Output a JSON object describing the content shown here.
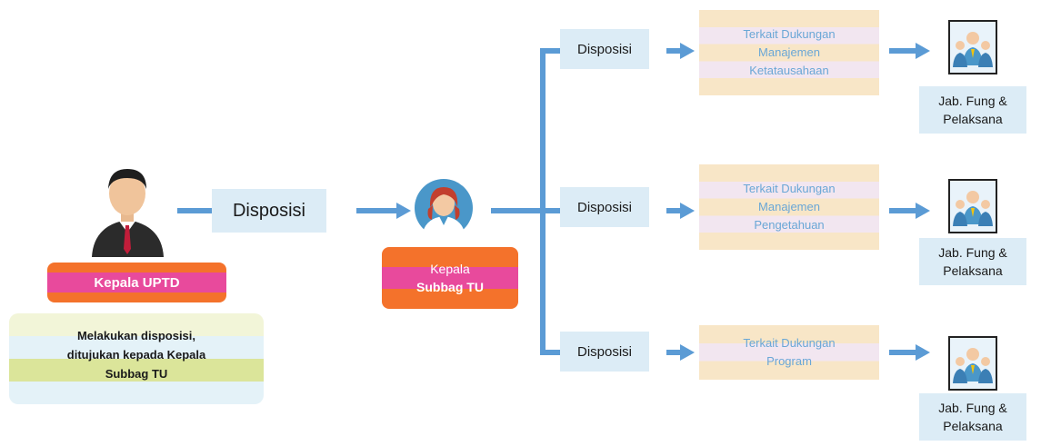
{
  "left": {
    "role_label": "Kepala UPTD",
    "description": [
      "Melakukan disposisi,",
      "ditujukan kepada Kepala",
      "Subbag TU"
    ],
    "disposition_label": "Disposisi"
  },
  "middle": {
    "role_lines": [
      "Kepala",
      "Subbag TU"
    ]
  },
  "branches": [
    {
      "disposition_label": "Disposisi",
      "topic_lines": [
        "Terkait Dukungan",
        "Manajemen",
        "Ketatausahaan"
      ],
      "target_lines": [
        "Jab. Fung &",
        "Pelaksana"
      ]
    },
    {
      "disposition_label": "Disposisi",
      "topic_lines": [
        "Terkait Dukungan",
        "Manajemen",
        "Pengetahuan"
      ],
      "target_lines": [
        "Jab. Fung &",
        "Pelaksana"
      ]
    },
    {
      "disposition_label": "Disposisi",
      "topic_lines": [
        "Terkait Dukungan",
        "Program"
      ],
      "target_lines": [
        "Jab. Fung &",
        "Pelaksana"
      ]
    }
  ],
  "colors": {
    "connector": "#5b9bd5",
    "label_bg": "#dcecf6",
    "orange": "#f4722b",
    "pink": "#e84a9c"
  },
  "icons": [
    "businessman-icon",
    "woman-avatar-icon",
    "team-people-icon"
  ]
}
